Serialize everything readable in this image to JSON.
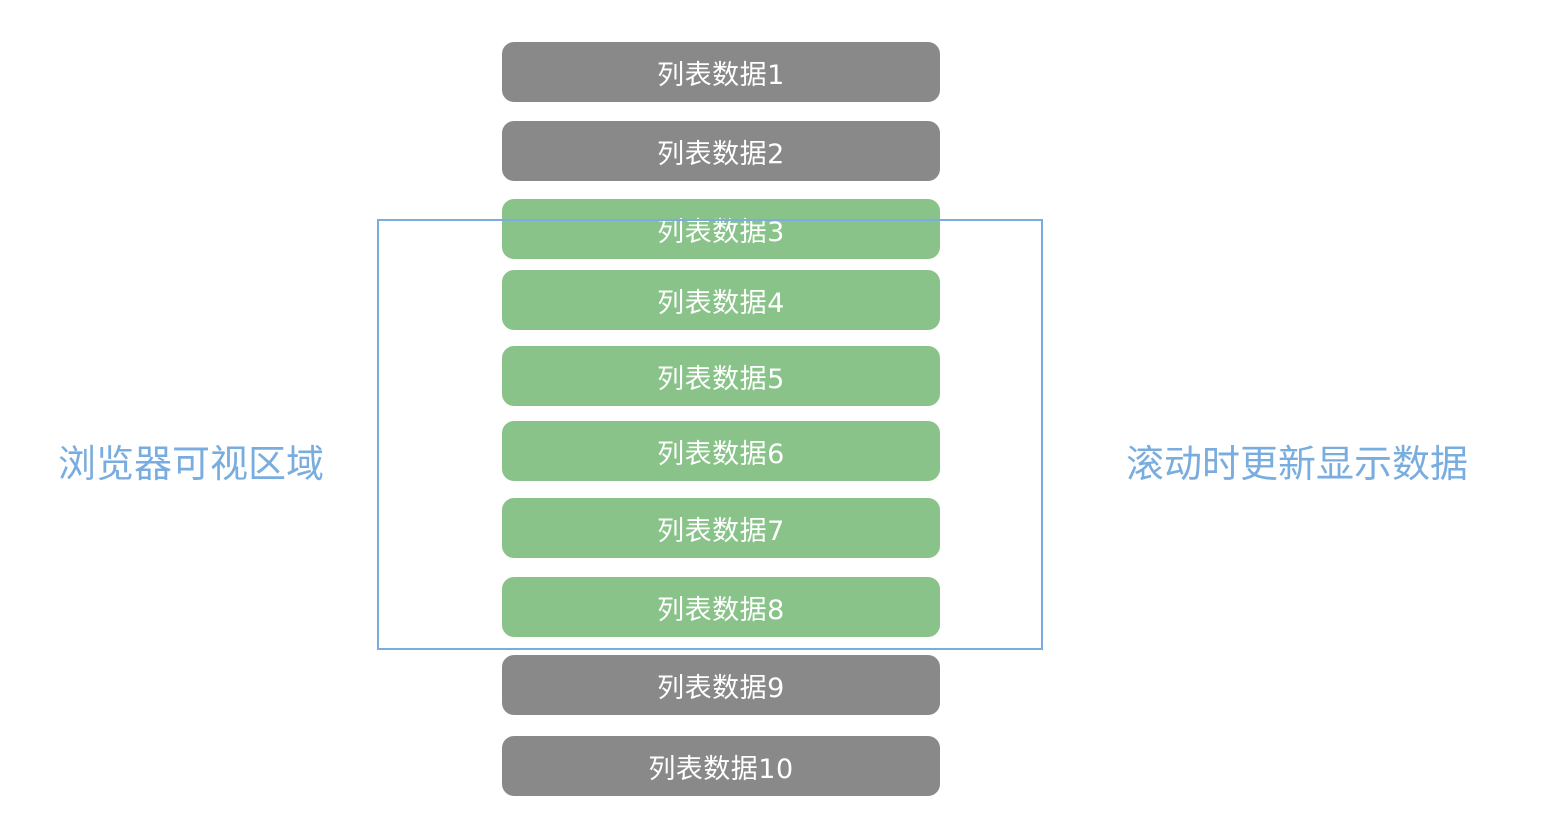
{
  "left_label": "浏览器可视区域",
  "right_label": "滚动时更新显示数据",
  "colors": {
    "hidden_item": "#898989",
    "visible_item": "#89c389",
    "viewport_border": "#7aaddf",
    "label_text": "#7aaddf"
  },
  "items": [
    {
      "label": "列表数据1",
      "in_viewport": false
    },
    {
      "label": "列表数据2",
      "in_viewport": false
    },
    {
      "label": "列表数据3",
      "in_viewport": true
    },
    {
      "label": "列表数据4",
      "in_viewport": true
    },
    {
      "label": "列表数据5",
      "in_viewport": true
    },
    {
      "label": "列表数据6",
      "in_viewport": true
    },
    {
      "label": "列表数据7",
      "in_viewport": true
    },
    {
      "label": "列表数据8",
      "in_viewport": true
    },
    {
      "label": "列表数据9",
      "in_viewport": false
    },
    {
      "label": "列表数据10",
      "in_viewport": false
    }
  ]
}
